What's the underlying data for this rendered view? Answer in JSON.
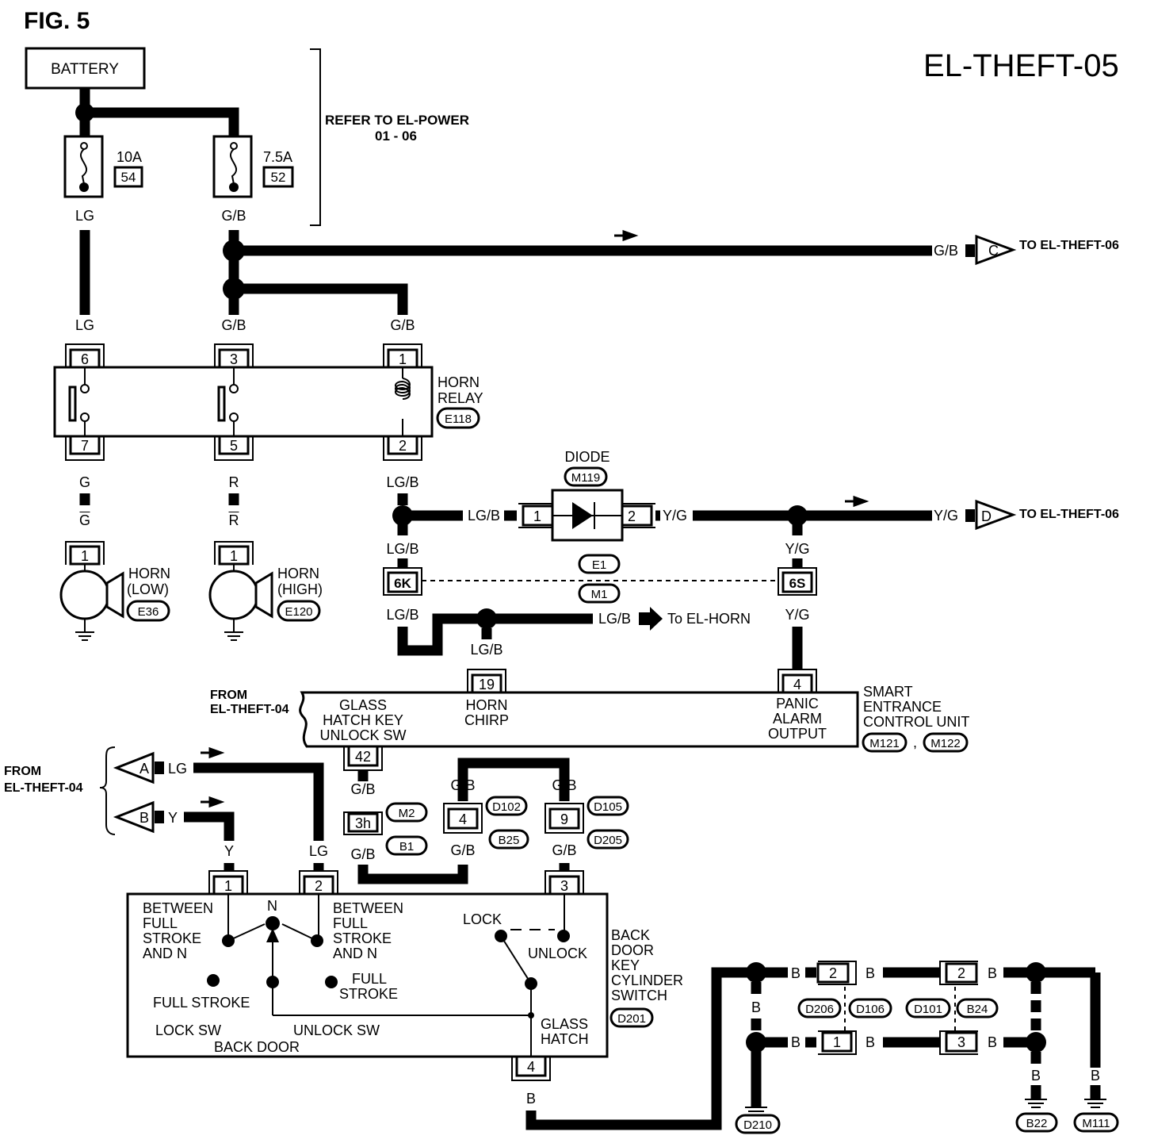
{
  "fig_label": "FIG. 5",
  "page_code": "EL-THEFT-05",
  "battery": "BATTERY",
  "fuse1": {
    "rating": "10A",
    "number": "54"
  },
  "fuse2": {
    "rating": "7.5A",
    "number": "52"
  },
  "refer_note": {
    "line1": "REFER TO EL-POWER",
    "line2": "01 - 06"
  },
  "to_theft06": "TO EL-THEFT-06",
  "to_horn": "To EL-HORN",
  "from_theft04": {
    "line1": "FROM",
    "line2": "EL-THEFT-04"
  },
  "wire_colors": {
    "lg": "LG",
    "gb": "G/B",
    "g": "G",
    "r": "R",
    "lgb": "LG/B",
    "yg": "Y/G",
    "y": "Y",
    "b": "B"
  },
  "connectors": {
    "c": "C",
    "d": "D",
    "a": "A",
    "bb": "B"
  },
  "horn_relay": {
    "line1": "HORN",
    "line2": "RELAY",
    "code": "E118",
    "pins": {
      "p6": "6",
      "p3": "3",
      "p1": "1",
      "p7": "7",
      "p5": "5",
      "p2": "2"
    }
  },
  "horn_low": {
    "line1": "HORN",
    "line2": "(LOW)",
    "code": "E36",
    "pin": "1"
  },
  "horn_high": {
    "line1": "HORN",
    "line2": "(HIGH)",
    "code": "E120",
    "pin": "1"
  },
  "diode": {
    "label": "DIODE",
    "code": "M119",
    "pin1": "1",
    "pin2": "2"
  },
  "joint": {
    "pin_left": "6K",
    "pin_right": "6S",
    "code1": "E1",
    "code2": "M1"
  },
  "secu": {
    "line1": "SMART",
    "line2": "ENTRANCE",
    "line3": "CONTROL UNIT",
    "code1": "M121",
    "sep": ",",
    "code2": "M122",
    "pin19": "19",
    "pin4": "4",
    "pin42": "42",
    "glass_hatch": {
      "line1": "GLASS",
      "line2": "HATCH KEY",
      "line3": "UNLOCK SW"
    },
    "horn_chirp": {
      "line1": "HORN",
      "line2": "CHIRP"
    },
    "panic": {
      "line1": "PANIC",
      "line2": "ALARM",
      "line3": "OUTPUT"
    }
  },
  "mid_connectors": {
    "p3h": "3h",
    "m2": "M2",
    "b1": "B1",
    "p4": "4",
    "d102": "D102",
    "b25": "B25",
    "p9": "9",
    "d105": "D105",
    "d205": "D205"
  },
  "switch": {
    "pin1": "1",
    "pin2": "2",
    "pin3": "3",
    "pin4": "4",
    "left_between": {
      "line1": "BETWEEN",
      "line2": "FULL",
      "line3": "STROKE",
      "line4": "AND N"
    },
    "right_between": {
      "line1": "BETWEEN",
      "line2": "FULL",
      "line3": "STROKE",
      "line4": "AND N"
    },
    "n": "N",
    "full_stroke": "FULL STROKE",
    "full_stroke2": {
      "line1": "FULL",
      "line2": "STROKE"
    },
    "lock": "LOCK",
    "unlock": "UNLOCK",
    "lock_sw": "LOCK SW",
    "unlock_sw": "UNLOCK SW",
    "back_door": "BACK DOOR",
    "glass_hatch": {
      "line1": "GLASS",
      "line2": "HATCH"
    },
    "title": {
      "line1": "BACK",
      "line2": "DOOR",
      "line3": "KEY",
      "line4": "CYLINDER",
      "line5": "SWITCH"
    },
    "code": "D201"
  },
  "ground_conn": {
    "p2a": "2",
    "p2b": "2",
    "p1": "1",
    "p3": "3",
    "d206": "D206",
    "d106": "D106",
    "d101": "D101",
    "b24": "B24"
  },
  "grounds": {
    "d210": "D210",
    "b22": "B22",
    "m111": "M111"
  }
}
